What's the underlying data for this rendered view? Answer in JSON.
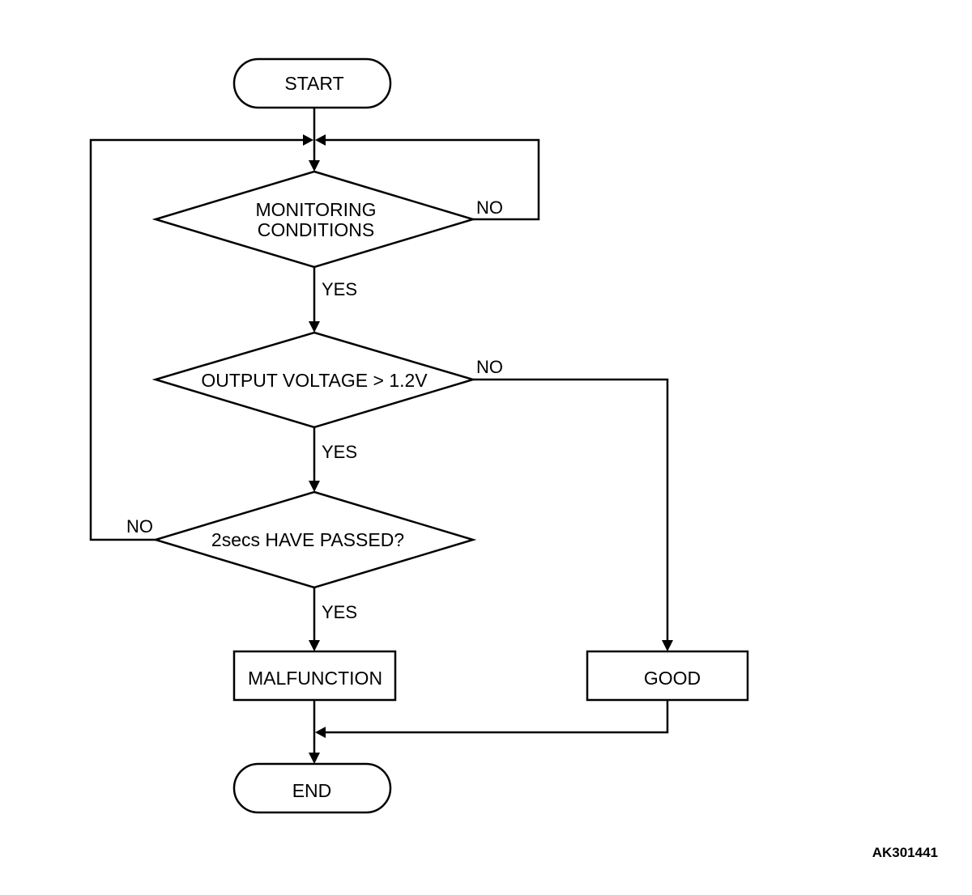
{
  "nodes": {
    "start": "START",
    "monitoring_line1": "MONITORING",
    "monitoring_line2": "CONDITIONS",
    "voltage": "OUTPUT VOLTAGE > 1.2V",
    "passed": "2secs HAVE PASSED?",
    "malfunction": "MALFUNCTION",
    "good": "GOOD",
    "end": "END"
  },
  "edges": {
    "monitoring_no": "NO",
    "monitoring_yes": "YES",
    "voltage_no": "NO",
    "voltage_yes": "YES",
    "passed_no": "NO",
    "passed_yes": "YES"
  },
  "figure_id": "AK301441"
}
